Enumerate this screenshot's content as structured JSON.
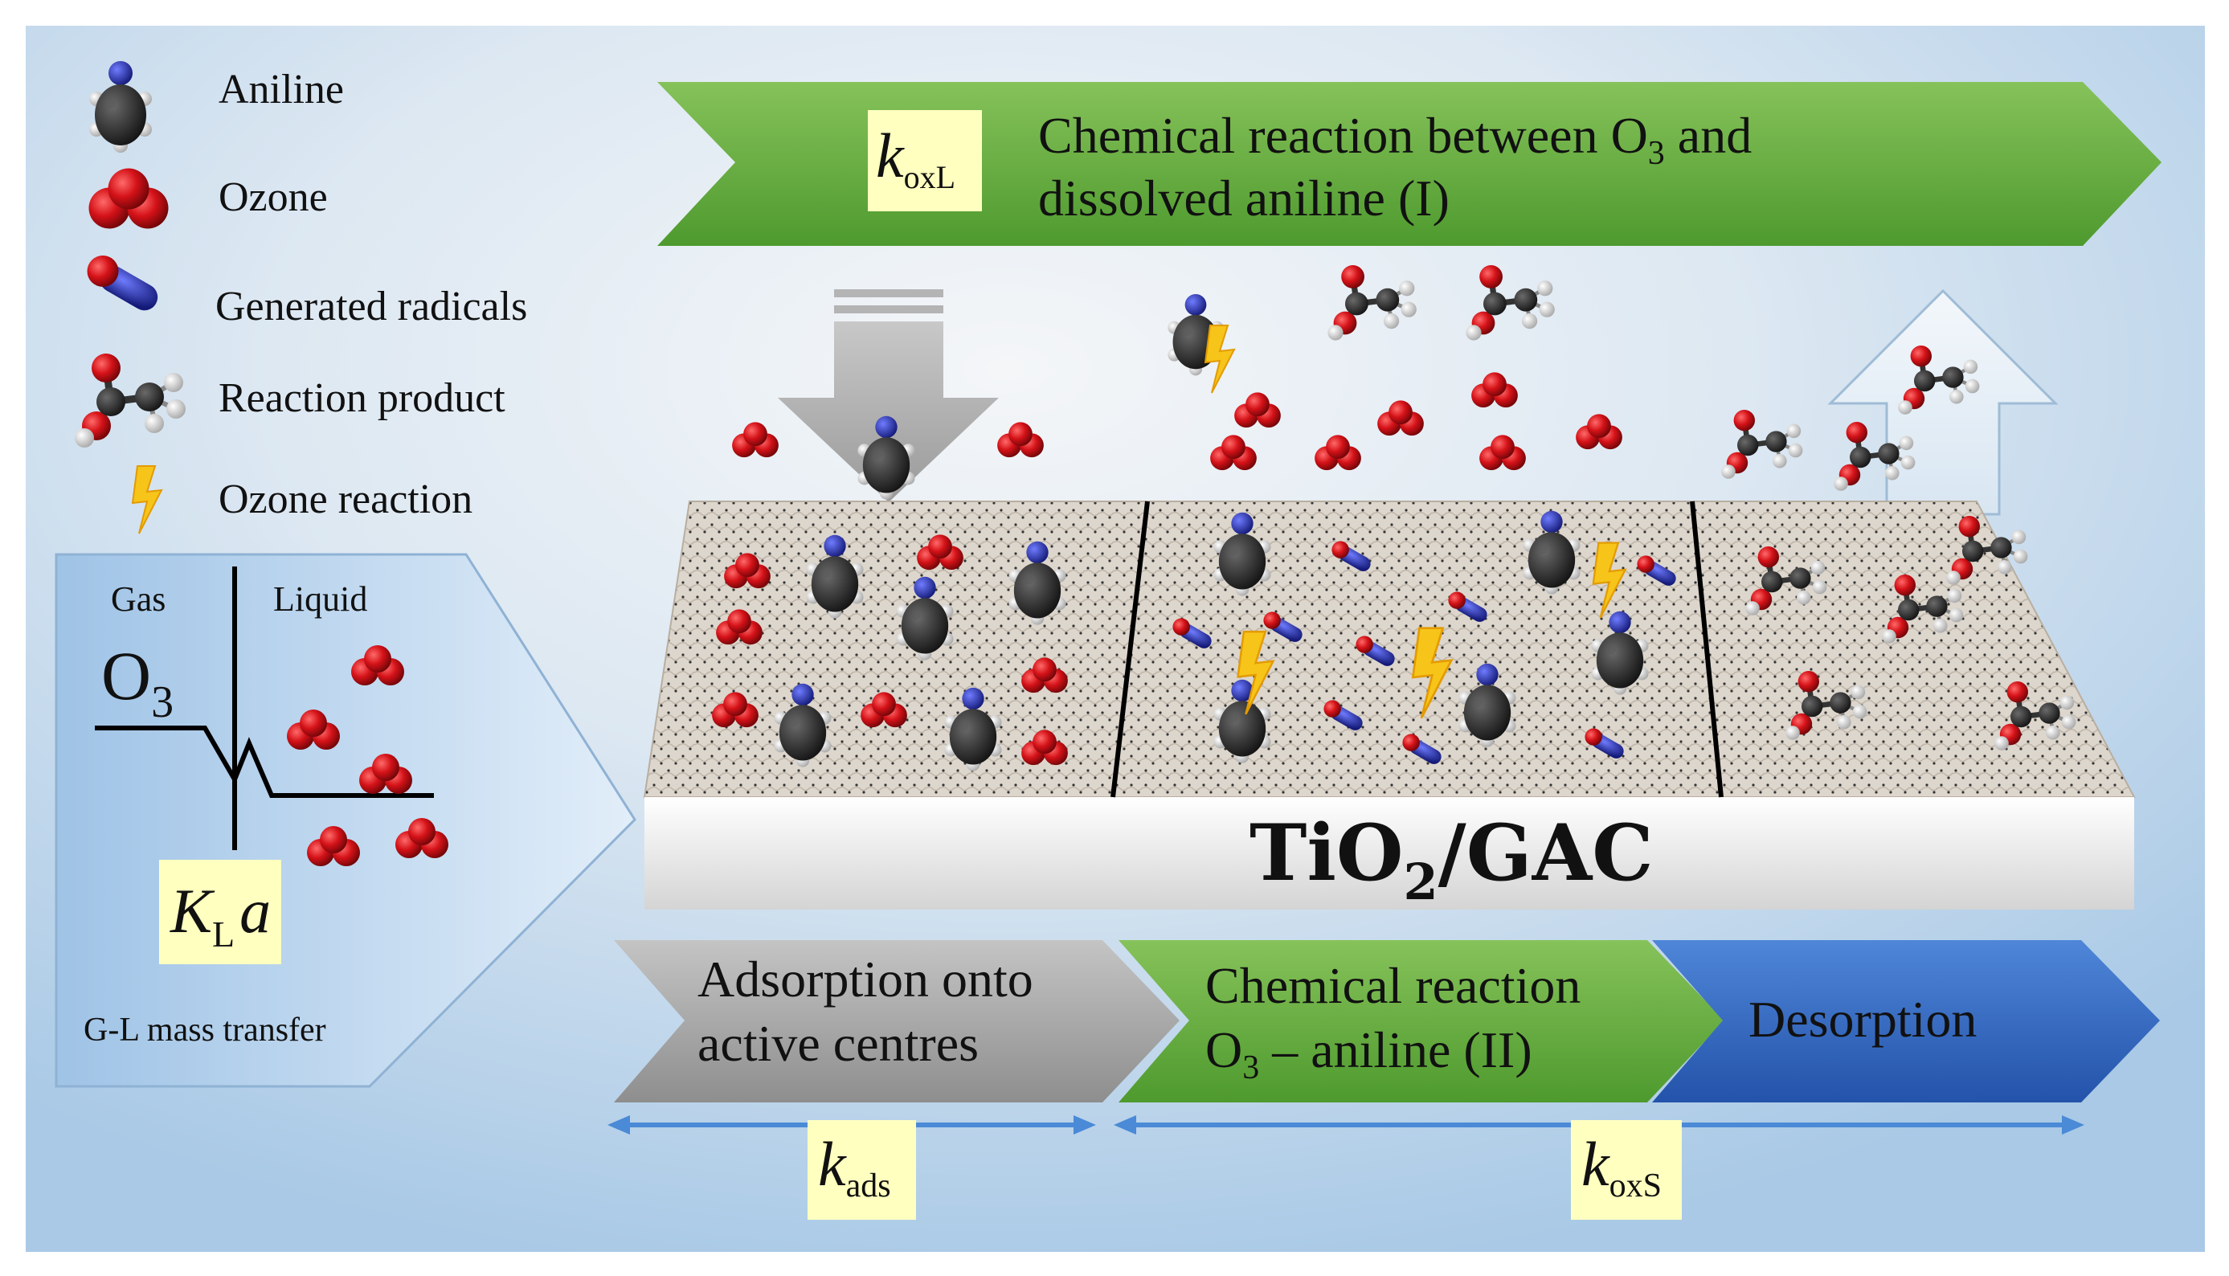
{
  "legend": {
    "items": [
      {
        "label": "Aniline",
        "icon": "aniline-molecule-icon"
      },
      {
        "label": "Ozone",
        "icon": "ozone-molecule-icon"
      },
      {
        "label": "Generated radicals",
        "icon": "radical-icon"
      },
      {
        "label": "Reaction product",
        "icon": "reaction-product-icon"
      },
      {
        "label": "Ozone reaction",
        "icon": "lightning-icon"
      }
    ]
  },
  "gl_panel": {
    "gas_label": "Gas",
    "liquid_label": "Liquid",
    "species_main": "O",
    "species_sub": "3",
    "coef_main": "K",
    "coef_sub": "L",
    "coef_suffix": "a",
    "caption": "G-L mass transfer"
  },
  "top_arrow": {
    "coef_main": "k",
    "coef_sub": "oxL",
    "line1_pre": "Chemical reaction between O",
    "line1_sub": "3",
    "line1_post": " and",
    "line2": "dissolved aniline (I)"
  },
  "surface": {
    "label_pre": "TiO",
    "label_sub": "2",
    "label_post": "/GAC"
  },
  "stages": [
    {
      "line1": "Adsorption onto",
      "line2": "active centres"
    },
    {
      "line1": "Chemical reaction",
      "line2_pre": "O",
      "line2_sub": "3",
      "line2_post": " – aniline  (II)"
    },
    {
      "line1": "Desorption"
    }
  ],
  "rate_constants": [
    {
      "main": "k",
      "sub": "ads"
    },
    {
      "main": "k",
      "sub": "oxS"
    }
  ],
  "colors": {
    "background": "#bcd6ec",
    "green": "#5fa83a",
    "gray": "#a6a6a6",
    "blue": "#2c5fb8",
    "ozone_red": "#c0141a",
    "aniline_dark": "#2c2c2c",
    "nitrogen_blue": "#2434a8",
    "label_box": "#ffffc0"
  }
}
